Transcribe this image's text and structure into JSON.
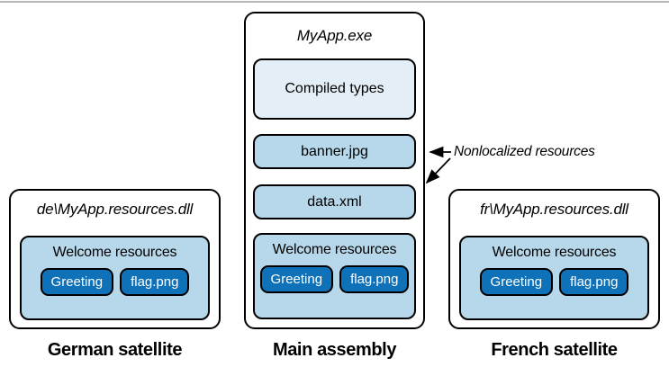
{
  "main_assembly": {
    "title": "MyApp.exe",
    "compiled_types": "Compiled types",
    "banner": "banner.jpg",
    "data_xml": "data.xml",
    "welcome": {
      "title": "Welcome resources",
      "items": [
        "Greeting",
        "flag.png"
      ]
    },
    "caption": "Main assembly"
  },
  "german_satellite": {
    "title": "de\\MyApp.resources.dll",
    "welcome": {
      "title": "Welcome resources",
      "items": [
        "Greeting",
        "flag.png"
      ]
    },
    "caption": "German satellite"
  },
  "french_satellite": {
    "title": "fr\\MyApp.resources.dll",
    "welcome": {
      "title": "Welcome resources",
      "items": [
        "Greeting",
        "flag.png"
      ]
    },
    "caption": "French satellite"
  },
  "annotation": {
    "label": "Nonlocalized resources"
  },
  "colors": {
    "light_blue": "#b7d8ea",
    "pale_blue": "#e4eef6",
    "resource_blue": "#0f72b9",
    "border_black": "#000000",
    "divider_gray": "#b6b6b6"
  }
}
